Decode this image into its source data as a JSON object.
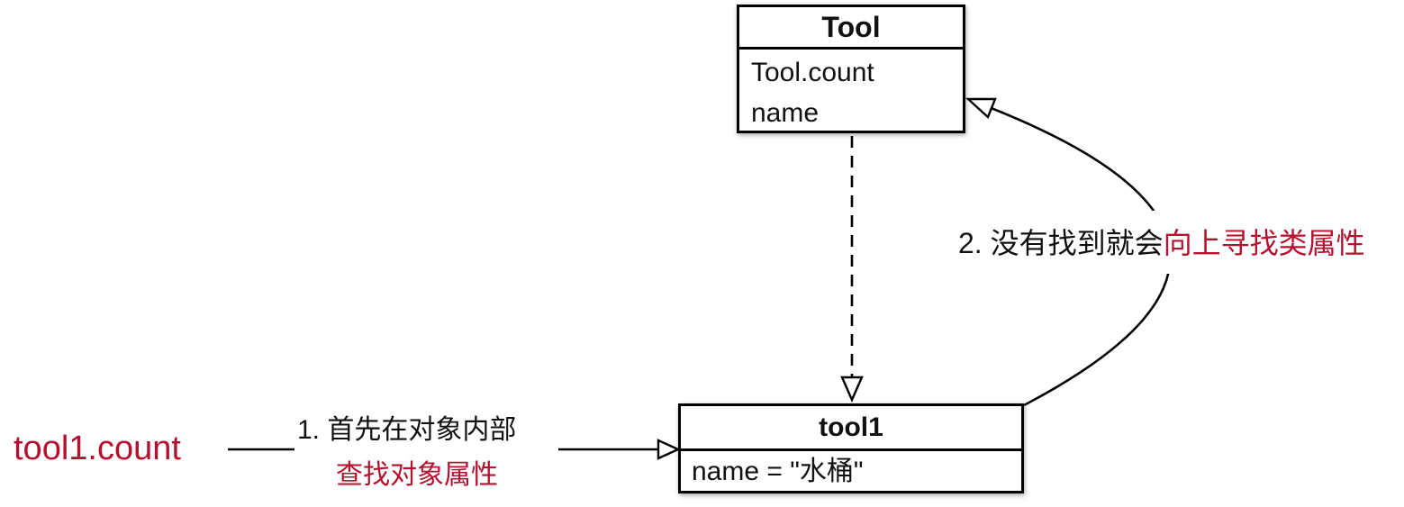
{
  "diagram": {
    "title_hint": "Python attribute lookup: instance attribute first, then class attribute",
    "colors": {
      "accent_red": "#b5102d",
      "line_black": "#000000",
      "background": "#ffffff"
    },
    "class_box": {
      "title": "Tool",
      "rows": [
        "Tool.count",
        "name"
      ]
    },
    "instance_box": {
      "title": "tool1",
      "rows": [
        "name = \"水桶\""
      ]
    },
    "expression": "tool1.count",
    "step1": {
      "prefix": "1. 首先在对象内部",
      "highlight": "查找对象属性"
    },
    "step2": {
      "prefix": "2. 没有找到就会",
      "highlight": "向上寻找类属性"
    },
    "arrows": [
      {
        "name": "class-to-instance-dashed-arrow",
        "style": "dashed",
        "from": "Tool (bottom)",
        "to": "tool1 (top)",
        "head": "open-triangle-down"
      },
      {
        "name": "lookup-instance-arrow",
        "style": "solid",
        "from": "step1 annotation",
        "to": "tool1 (left)",
        "head": "open-triangle-right"
      },
      {
        "name": "lookup-class-curved-arrow",
        "style": "solid-curved",
        "from": "tool1 (top-right)",
        "to": "Tool (right)",
        "head": "open-triangle-left"
      }
    ]
  }
}
